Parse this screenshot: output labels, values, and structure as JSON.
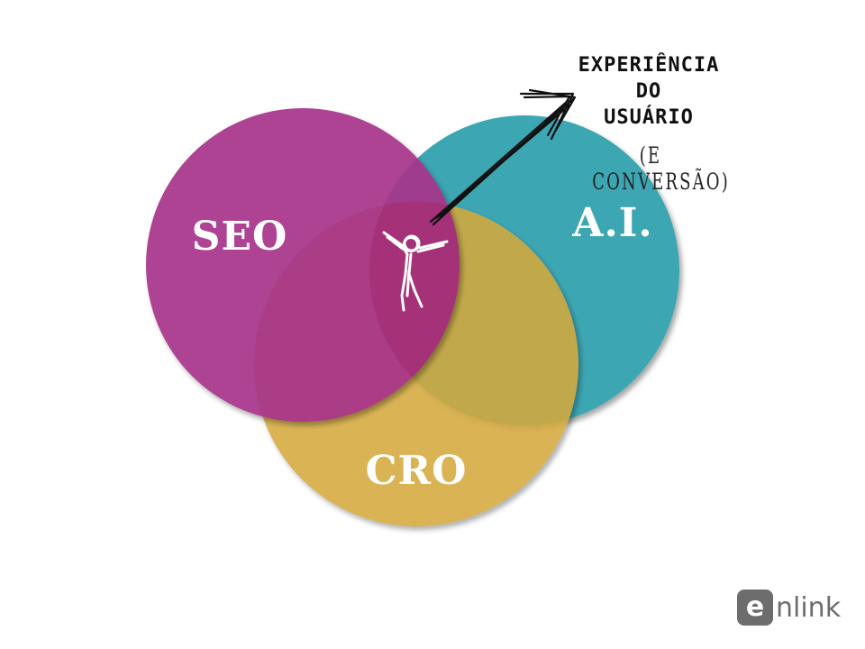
{
  "diagram": {
    "circles": [
      {
        "id": "seo",
        "label": "SEO",
        "color": "#a8358b"
      },
      {
        "id": "ai",
        "label": "A.I.",
        "color": "#3ea6b3"
      },
      {
        "id": "cro",
        "label": "CRO",
        "color": "#d4a93e"
      }
    ],
    "overlap_color": "#a32a6e",
    "annotation": {
      "line1": "EXPERIÊNCIA",
      "line2": "DO",
      "line3": "USUÁRIO",
      "subtitle": "(E CONVERSÃO)"
    }
  },
  "logo": {
    "badge_letter": "e",
    "text": "nlink",
    "color": "#6d6d6d"
  }
}
